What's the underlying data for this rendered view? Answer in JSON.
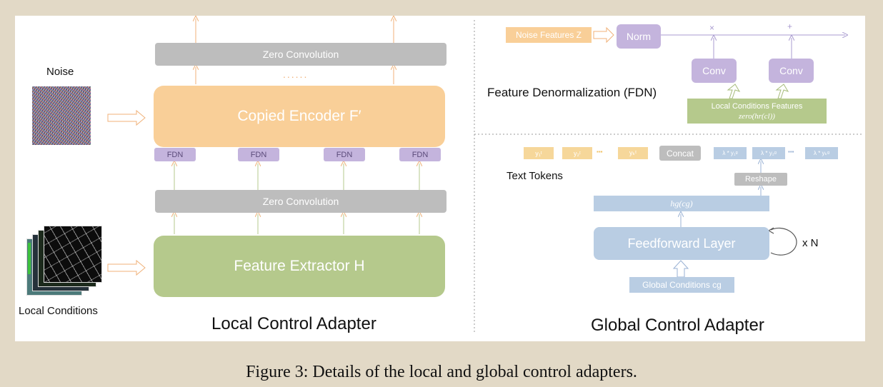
{
  "local": {
    "title": "Local Control Adapter",
    "noise_label": "Noise",
    "local_conditions_label": "Local Conditions",
    "zero_conv_top": "Zero Convolution",
    "ellipsis": "......",
    "copied_encoder": "Copied Encoder F′",
    "fdn_labels": [
      "FDN",
      "FDN",
      "FDN",
      "FDN"
    ],
    "zero_conv_bottom": "Zero Convolution",
    "feature_extractor": "Feature Extractor H"
  },
  "fdn_section": {
    "title": "Feature Denormalization (FDN)",
    "noise_features": "Noise Features Z",
    "norm": "Norm",
    "mult_symbol": "×",
    "plus_symbol": "+",
    "conv1": "Conv",
    "conv2": "Conv",
    "local_features_line1": "Local Conditions Features",
    "local_features_line2": "zero(hr(cl))"
  },
  "global": {
    "title": "Global Control Adapter",
    "text_tokens_label": "Text Tokens",
    "tokens": [
      "y₁ᵗ",
      "y₂ᵗ",
      "yₖᵗ"
    ],
    "dots": "▪▪▪",
    "concat": "Concat",
    "global_tokens": [
      "λ * y₁ᵍ",
      "λ * y₂ᵍ",
      "λ * yₖᵍ"
    ],
    "reshape": "Reshape",
    "hg": "hg(cg)",
    "feedforward": "Feedforward Layer",
    "repeat": "x N",
    "global_conditions": "Global Conditions cg"
  },
  "caption": "Figure 3: Details of the local and global control adapters.",
  "colors": {
    "background": "#e2d9c6",
    "orange": "#f9cf98",
    "green": "#b5c98c",
    "purple": "#c4b4dd",
    "gray": "#bdbdbd",
    "blue": "#b9cde3"
  }
}
